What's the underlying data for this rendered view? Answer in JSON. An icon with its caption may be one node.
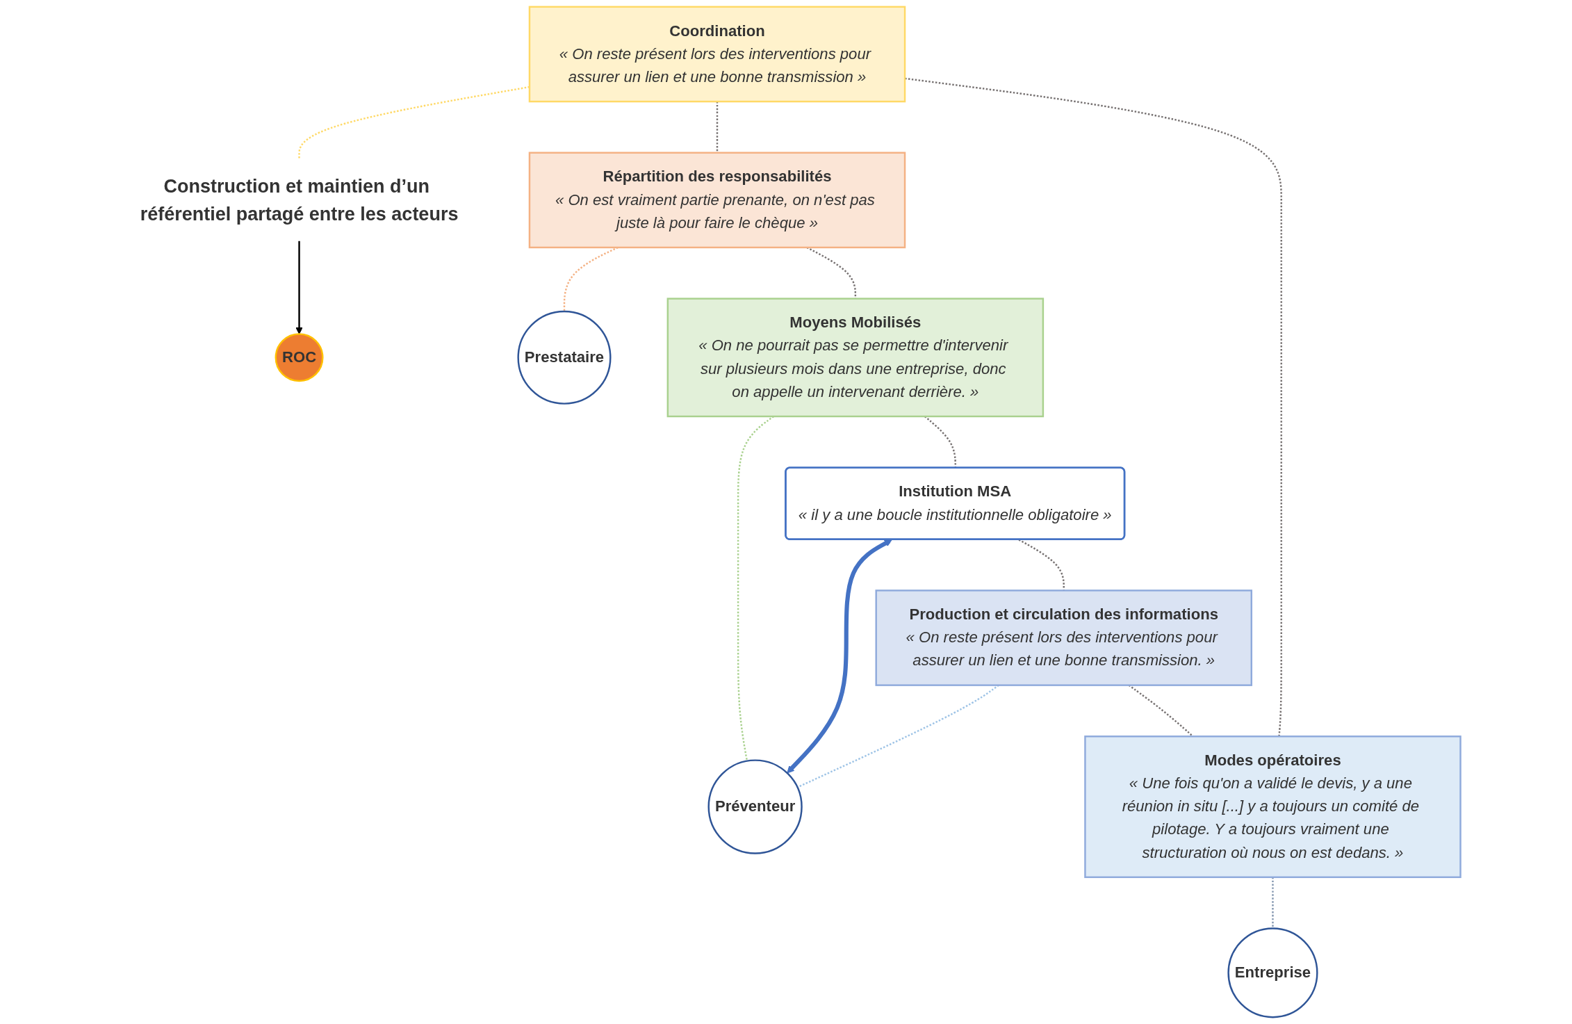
{
  "diagram": {
    "nodes": [
      {
        "text": [
          "Coordination",
          "« On reste présent lors des interventions pour assurer un lien et une bonne transmission »"
        ]
      },
      {
        "text": [
          "Construction et maintien d’un référentiel partagé entre les acteurs"
        ]
      },
      {
        "text": [
          "Modes opératoires",
          "« Une fois qu'on a validé le devis, y a une réunion in situ [...] y a toujours un comité de pilotage. Y a toujours vraiment une structuration où nous on est dedans. »"
        ]
      },
      {
        "text": [
          "Répartition des responsabilités",
          "« On est vraiment partie prenante, on n'est pas juste là pour faire le chèque »"
        ]
      },
      {
        "text": [
          "Entreprise"
        ]
      },
      {
        "text": [
          "Prestataire"
        ]
      },
      {
        "text": [
          "ROC"
        ]
      },
      {
        "text": [
          "Préventeur"
        ]
      },
      {
        "text": [
          "Production et circulation des informations",
          "« On reste présent lors des interventions pour assurer un lien et une bonne transmission. »"
        ]
      },
      {
        "text": [
          "Moyens Mobilisés",
          "« On ne pourrait pas se permettre d'intervenir sur plusieurs mois dans une entreprise, donc on appelle un intervenant derrière. »"
        ]
      },
      {
        "text": [
          "Institution MSA",
          "« il y a une boucle institutionnelle obligatoire »"
        ]
      }
    ],
    "edges": [
      {
        "from": 0,
        "to": 1,
        "arrow": "none",
        "style": "dashed",
        "color": "#ffd966"
      },
      {
        "from": 1,
        "to": 6,
        "arrow": "to",
        "color": "#000000"
      },
      {
        "from": 2,
        "to": 4,
        "arrow": "none",
        "style": "dashed",
        "color": "#8497b0"
      },
      {
        "from": 3,
        "to": 5,
        "arrow": "none",
        "style": "dashed",
        "color": "#f4b183"
      },
      {
        "from": 8,
        "to": 7,
        "arrow": "none",
        "style": "dashed",
        "color": "#9dc3e6"
      },
      {
        "from": 9,
        "to": 7,
        "arrow": "none",
        "style": "dashed",
        "color": "#a9d18e"
      },
      {
        "from": 10,
        "to": 7,
        "arrow": "both",
        "style": "thick",
        "color": "#4472c4"
      },
      {
        "from": 2,
        "to": 0,
        "arrow": "none",
        "style": "dashed"
      },
      {
        "from": 0,
        "to": 3,
        "arrow": "none",
        "style": "dashed"
      },
      {
        "from": 3,
        "to": 9,
        "arrow": "none",
        "style": "dashed"
      },
      {
        "from": 9,
        "to": 10,
        "arrow": "none",
        "style": "dashed"
      },
      {
        "from": 10,
        "to": 8,
        "arrow": "none",
        "style": "dashed"
      },
      {
        "from": 8,
        "to": 2,
        "arrow": "none",
        "style": "dashed"
      }
    ]
  }
}
